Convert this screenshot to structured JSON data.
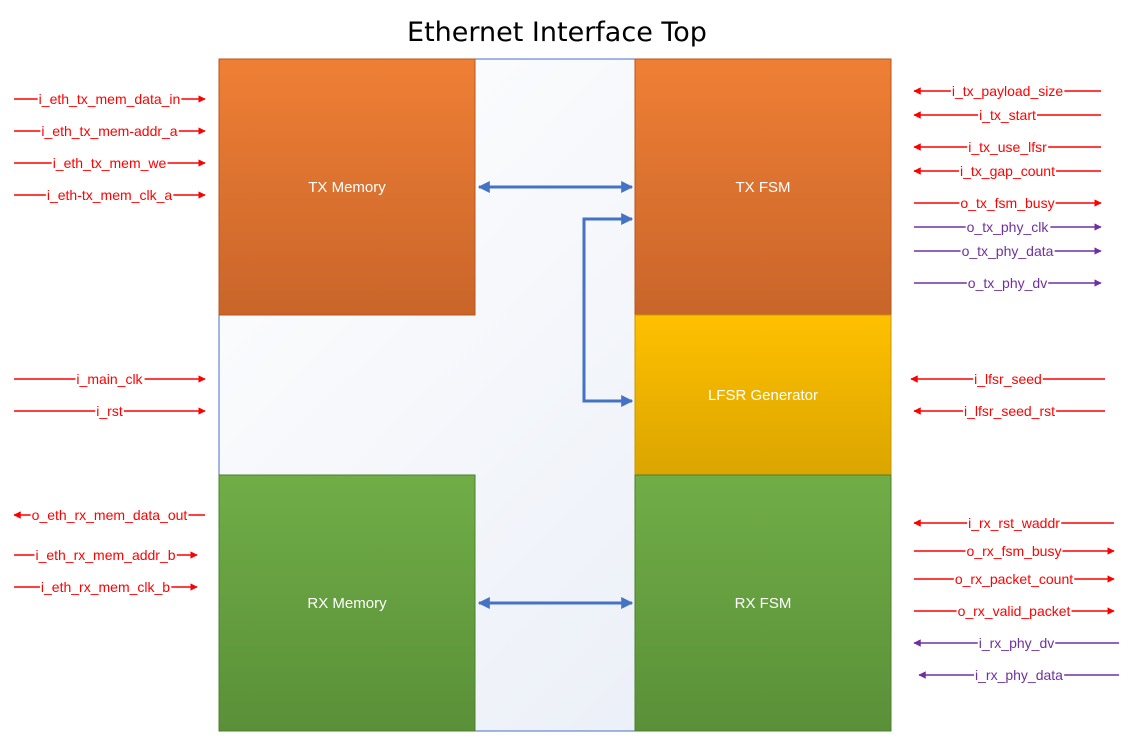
{
  "title": "Ethernet Interface Top",
  "colors": {
    "tx": "#d9692c",
    "lfsr": "#f2b600",
    "rx": "#62993c",
    "signal_red": "#ff0000",
    "signal_purple": "#7030a0",
    "bus_blue": "#4472c4",
    "background_panel": "#eef2f9"
  },
  "blocks": {
    "tx_memory": "TX Memory",
    "tx_fsm": "TX FSM",
    "lfsr_generator": "LFSR Generator",
    "rx_memory": "RX Memory",
    "rx_fsm": "RX FSM"
  },
  "signals": {
    "left": [
      {
        "name": "i_eth_tx_mem_data_in",
        "dir": "in",
        "color": "red"
      },
      {
        "name": "i_eth_tx_mem-addr_a",
        "dir": "in",
        "color": "red"
      },
      {
        "name": "i_eth_tx_mem_we",
        "dir": "in",
        "color": "red"
      },
      {
        "name": "i_eth-tx_mem_clk_a",
        "dir": "in",
        "color": "red"
      },
      {
        "name": "i_main_clk",
        "dir": "in",
        "color": "red"
      },
      {
        "name": "i_rst",
        "dir": "in",
        "color": "red"
      },
      {
        "name": "o_eth_rx_mem_data_out",
        "dir": "out",
        "color": "red"
      },
      {
        "name": "i_eth_rx_mem_addr_b",
        "dir": "in",
        "color": "red"
      },
      {
        "name": "i_eth_rx_mem_clk_b",
        "dir": "in",
        "color": "red"
      }
    ],
    "right": [
      {
        "name": "i_tx_payload_size",
        "dir": "in",
        "color": "red"
      },
      {
        "name": "i_tx_start",
        "dir": "in",
        "color": "red"
      },
      {
        "name": "i_tx_use_lfsr",
        "dir": "in",
        "color": "red"
      },
      {
        "name": "i_tx_gap_count",
        "dir": "in",
        "color": "red"
      },
      {
        "name": "o_tx_fsm_busy",
        "dir": "out",
        "color": "red"
      },
      {
        "name": "o_tx_phy_clk",
        "dir": "out",
        "color": "purple"
      },
      {
        "name": "o_tx_phy_data",
        "dir": "out",
        "color": "purple"
      },
      {
        "name": "o_tx_phy_dv",
        "dir": "out",
        "color": "purple"
      },
      {
        "name": "i_lfsr_seed",
        "dir": "in",
        "color": "red"
      },
      {
        "name": "i_lfsr_seed_rst",
        "dir": "in",
        "color": "red"
      },
      {
        "name": "i_rx_rst_waddr",
        "dir": "in",
        "color": "red"
      },
      {
        "name": "o_rx_fsm_busy",
        "dir": "out",
        "color": "red"
      },
      {
        "name": "o_rx_packet_count",
        "dir": "out",
        "color": "red"
      },
      {
        "name": "o_rx_valid_packet",
        "dir": "out",
        "color": "red"
      },
      {
        "name": "i_rx_phy_dv",
        "dir": "in",
        "color": "purple"
      },
      {
        "name": "i_rx_phy_data",
        "dir": "in",
        "color": "purple"
      }
    ]
  }
}
